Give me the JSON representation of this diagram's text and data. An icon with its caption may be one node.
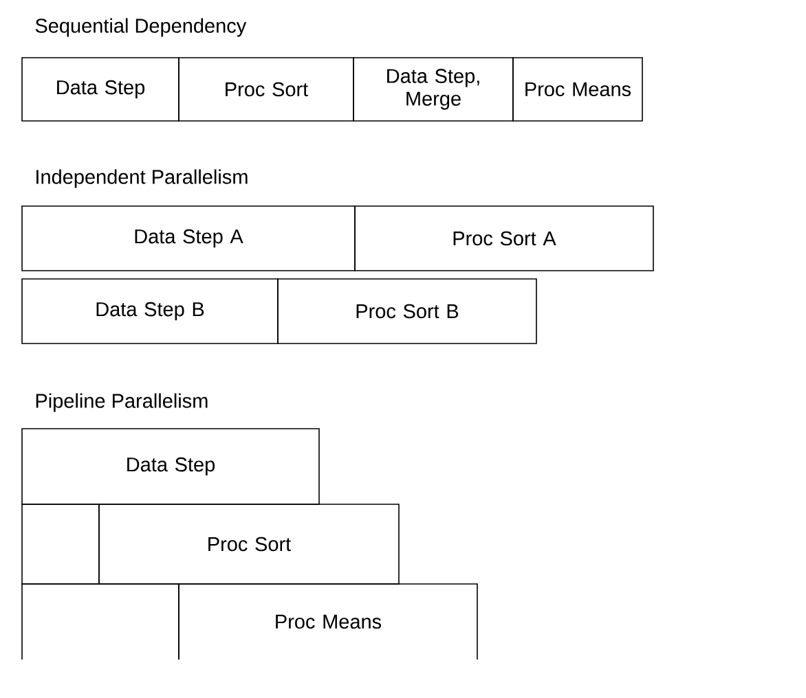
{
  "diagram": {
    "nodes": [
      {
        "text": [
          "Data Step"
        ]
      },
      {
        "text": [
          "Proc Sort"
        ]
      },
      {
        "text": [
          "Data Step, Merge"
        ]
      },
      {
        "text": [
          "Proc Means"
        ]
      },
      {
        "text": [
          "Data Step A"
        ]
      },
      {
        "text": [
          "Proc Sort A"
        ]
      },
      {
        "text": [
          "Data Step B"
        ]
      },
      {
        "text": [
          "Proc Sort B"
        ]
      },
      {
        "text": [
          "Data Step"
        ]
      },
      {
        "text": [],
        "shape": "box"
      },
      {
        "text": [
          "Proc Sort"
        ]
      },
      {
        "text": [],
        "shape": "box"
      },
      {
        "text": [
          "Proc Means"
        ]
      }
    ],
    "labels": [
      "Sequential Dependency",
      "Independent Parallelism",
      "Pipeline Parallelism"
    ]
  }
}
